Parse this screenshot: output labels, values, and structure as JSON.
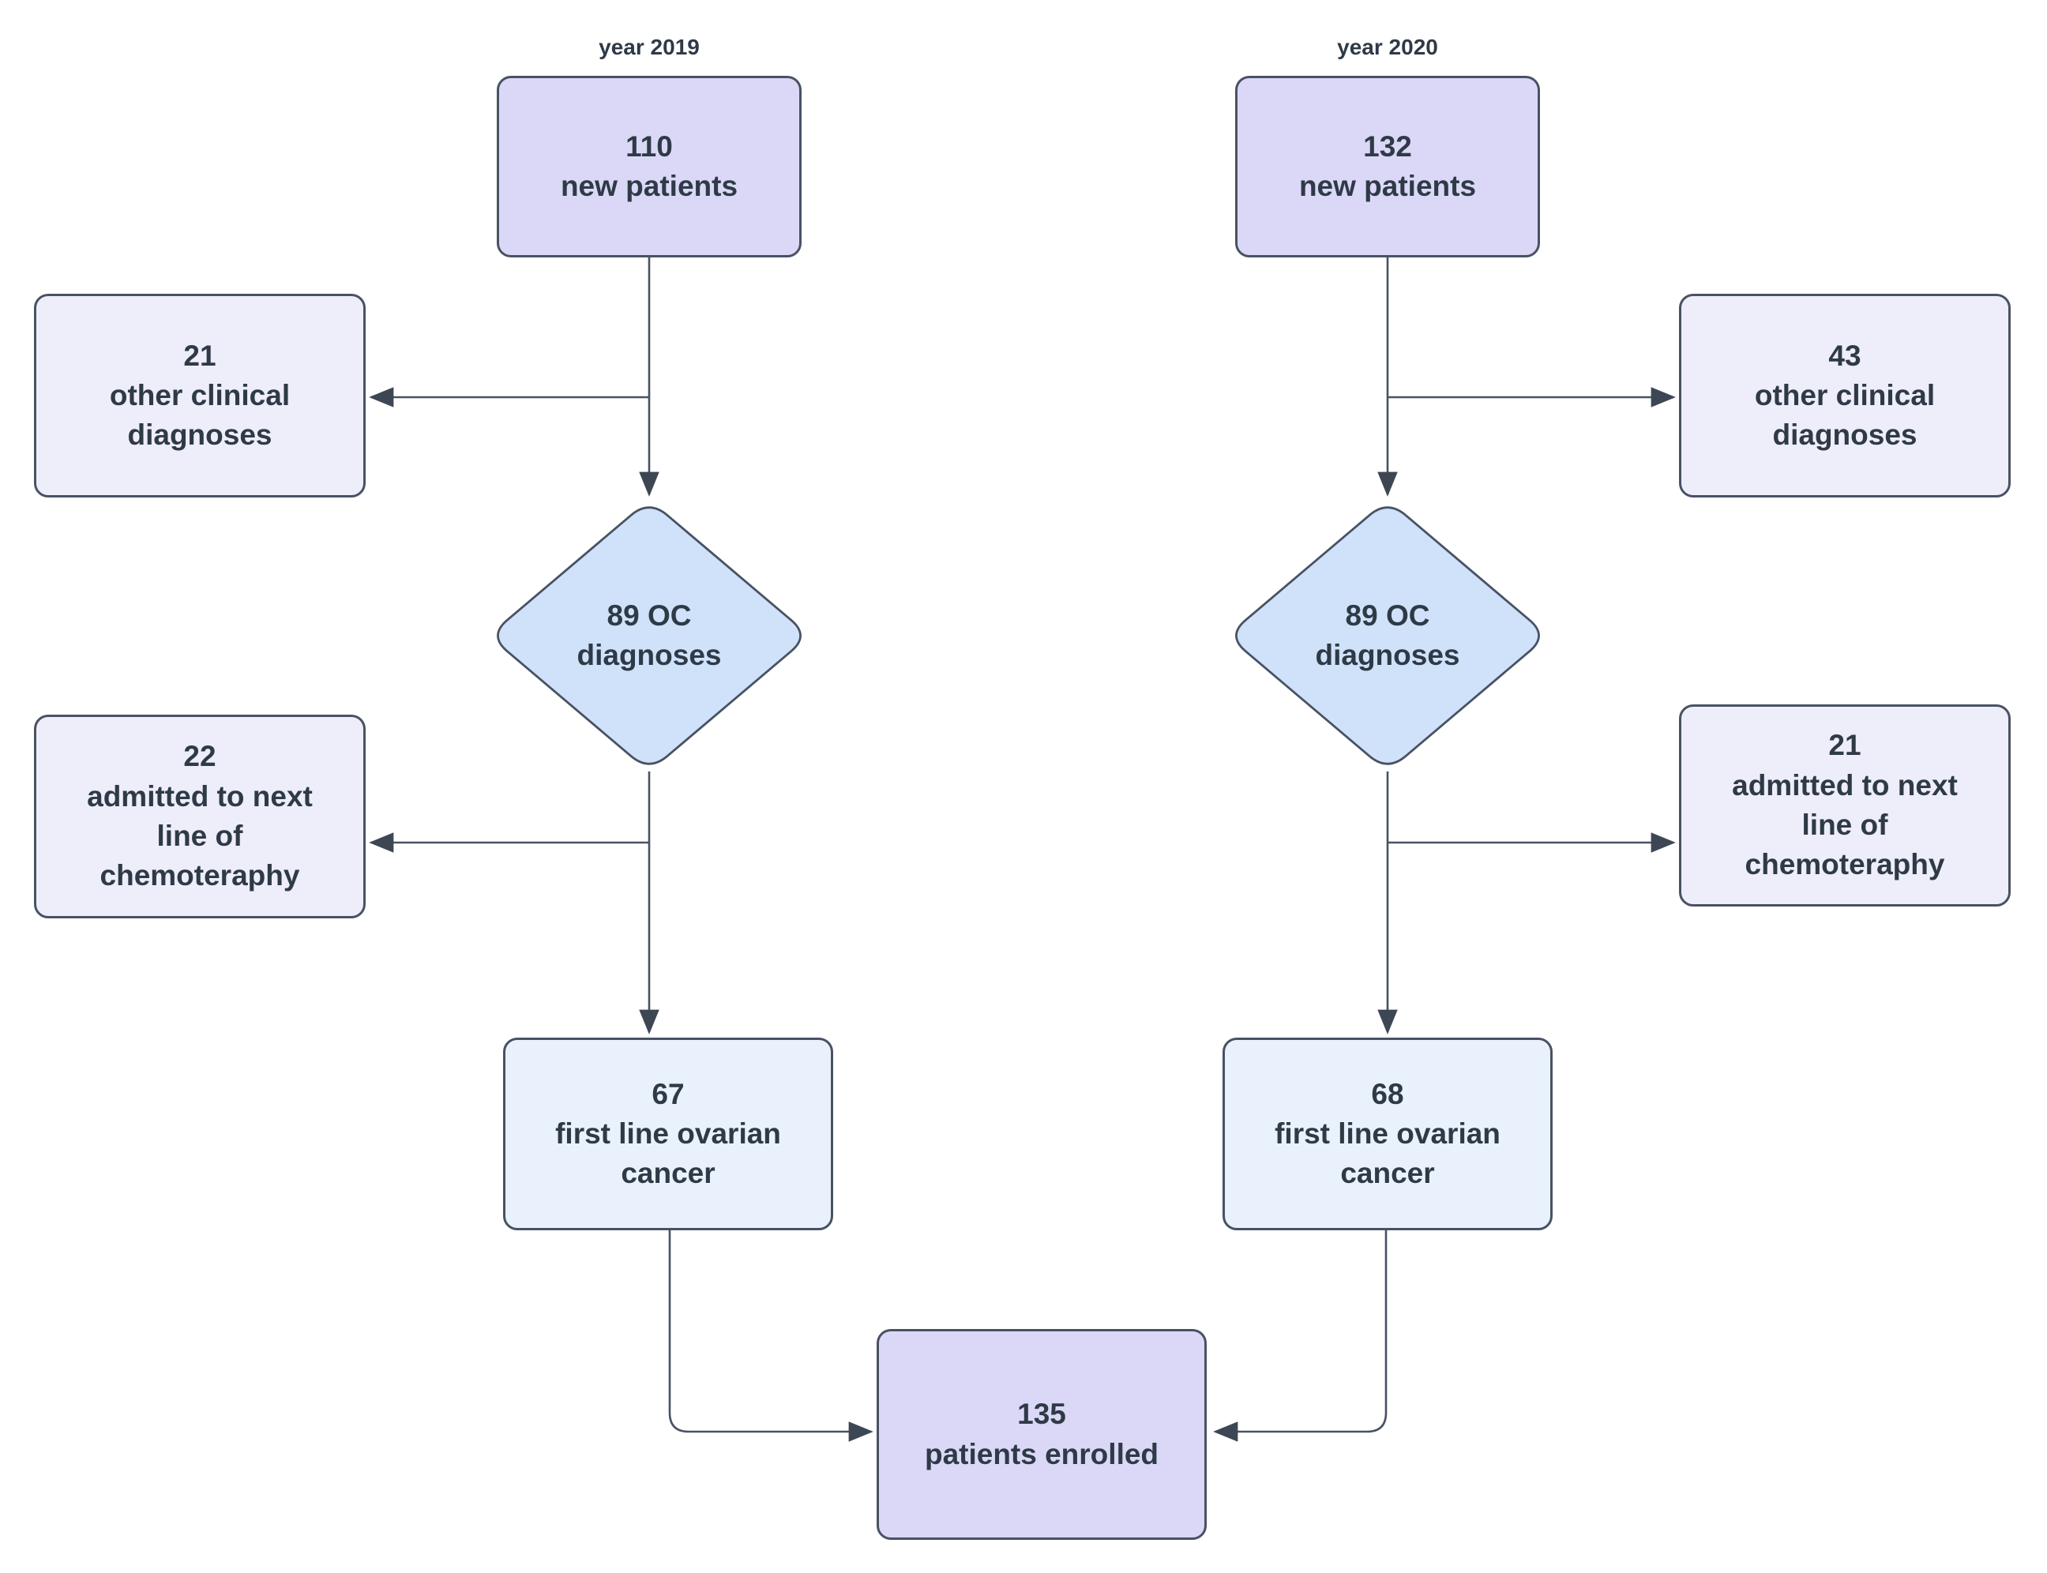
{
  "colors": {
    "bg": "#ffffff",
    "node-lavender": "#dbd8f7",
    "node-pale-lavender": "#eeedfa",
    "node-light-blue": "#cfe2fa",
    "node-pale-blue": "#e9f1fc",
    "stroke": "#485263",
    "arrow": "#3d4754",
    "text": "#2f3a47"
  },
  "flowchart": {
    "left_branch": {
      "year_label": "year 2019",
      "new_patients": {
        "value": 110,
        "text": "110\nnew patients"
      },
      "other_diagnoses": {
        "value": 21,
        "text": "21\nother clinical\ndiagnoses"
      },
      "oc_diagnoses": {
        "value": 89,
        "text": "89 OC\ndiagnoses"
      },
      "next_line_chemo": {
        "value": 22,
        "text": "22\nadmitted to next\nline of\nchemoteraphy"
      },
      "first_line_oc": {
        "value": 67,
        "text": "67\nfirst line ovarian\ncancer"
      }
    },
    "right_branch": {
      "year_label": "year 2020",
      "new_patients": {
        "value": 132,
        "text": "132\nnew patients"
      },
      "other_diagnoses": {
        "value": 43,
        "text": "43\nother clinical\ndiagnoses"
      },
      "oc_diagnoses": {
        "value": 89,
        "text": "89 OC\ndiagnoses"
      },
      "next_line_chemo": {
        "value": 21,
        "text": "21\nadmitted to next\nline of\nchemoteraphy"
      },
      "first_line_oc": {
        "value": 68,
        "text": "68\nfirst line ovarian\ncancer"
      }
    },
    "enrolled": {
      "value": 135,
      "text": "135\npatients enrolled"
    }
  }
}
